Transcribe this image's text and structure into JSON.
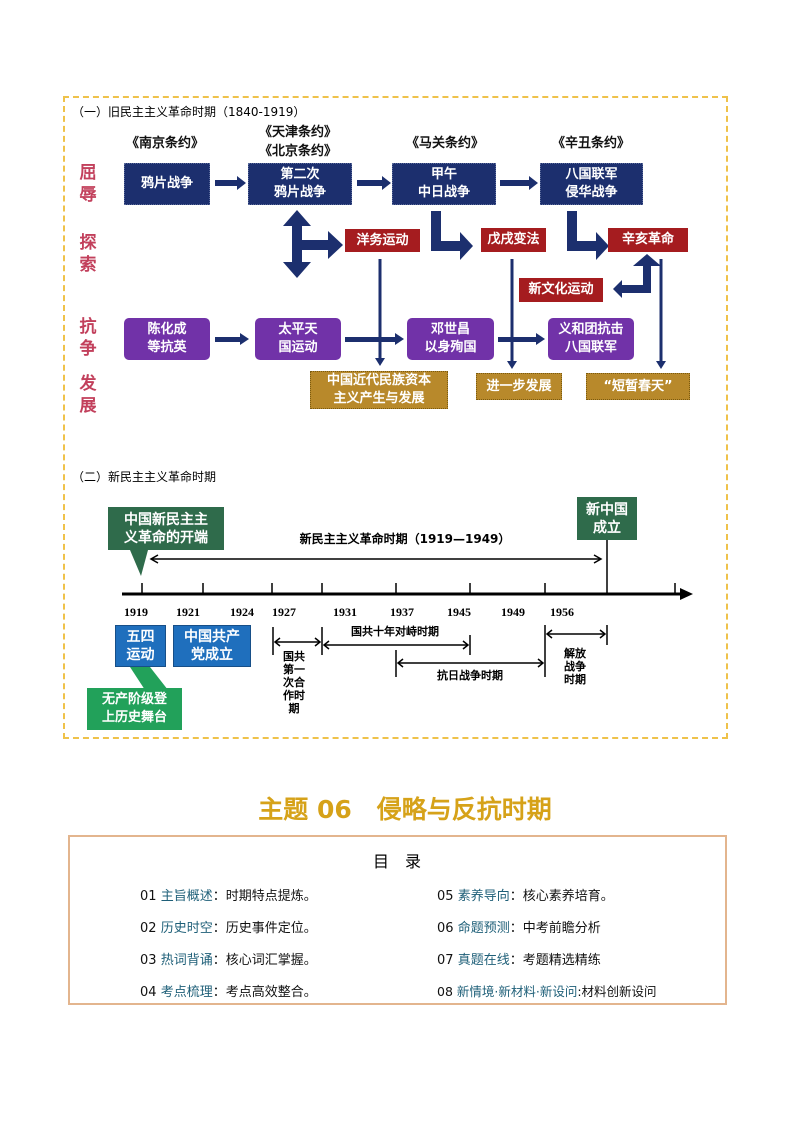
{
  "section1": {
    "header": "（一）旧民主主义革命时期（1840-1919）",
    "side_labels": [
      "屈辱",
      "探索",
      "抗争",
      "发展"
    ],
    "treaties": [
      "《南京条约》",
      "《天津条约》",
      "《北京条约》",
      "《马关条约》",
      "《辛丑条约》"
    ],
    "humiliation": [
      "鸦片战争",
      "第二次\n鸦片战争",
      "甲午\n中日战争",
      "八国联军\n侵华战争"
    ],
    "exploration": [
      "洋务运动",
      "戊戌变法",
      "辛亥革命",
      "新文化运动"
    ],
    "struggle": [
      "陈化成\n等抗英",
      "太平天\n国运动",
      "邓世昌\n以身殉国",
      "义和团抗击\n八国联军"
    ],
    "development": [
      "中国近代民族资本\n主义产生与发展",
      "进一步发展",
      "“短暂春天”"
    ]
  },
  "section2": {
    "header": "（二）新民主主义革命时期",
    "start_label": "中国新民主主\n义革命的开端",
    "end_label": "新中国\n成立",
    "period_label": "新民主主义革命时期（1919—1949）",
    "years": [
      "1919",
      "1921",
      "1924",
      "1927",
      "1931",
      "1937",
      "1945",
      "1949",
      "1956"
    ],
    "events": [
      "五四\n运动",
      "中国共产\n党成立",
      "无产阶级登\n上历史舞台"
    ],
    "spans": [
      "国共\n第一\n次合\n作时\n期",
      "国共十年对峙时期",
      "抗日战争时期",
      "解放\n战争\n时期"
    ]
  },
  "title": "主题 06　侵略与反抗时期",
  "toc": {
    "heading": "目　录",
    "items": [
      {
        "num": "01",
        "name": "主旨概述",
        "desc": "：时期特点提炼。"
      },
      {
        "num": "02",
        "name": "历史时空",
        "desc": "：历史事件定位。"
      },
      {
        "num": "03",
        "name": "热词背诵",
        "desc": "：核心词汇掌握。"
      },
      {
        "num": "04",
        "name": "考点梳理",
        "desc": "：考点高效整合。"
      },
      {
        "num": "05",
        "name": "素养导向",
        "desc": "：核心素养培育。"
      },
      {
        "num": "06",
        "name": "命题预测",
        "desc": "：中考前瞻分析"
      },
      {
        "num": "07",
        "name": "真题在线",
        "desc": "：考题精选精练"
      },
      {
        "num": "08",
        "name": "新情境·新材料·新设问",
        "desc": ":材料创新设问"
      }
    ]
  },
  "colors": {
    "navy": "#1c2f6e",
    "red": "#a51c1f",
    "purple": "#7132a8",
    "gold": "#b8892b",
    "green": "#2f6b4b",
    "blue": "#1f6fbd",
    "title": "#d6a219"
  }
}
